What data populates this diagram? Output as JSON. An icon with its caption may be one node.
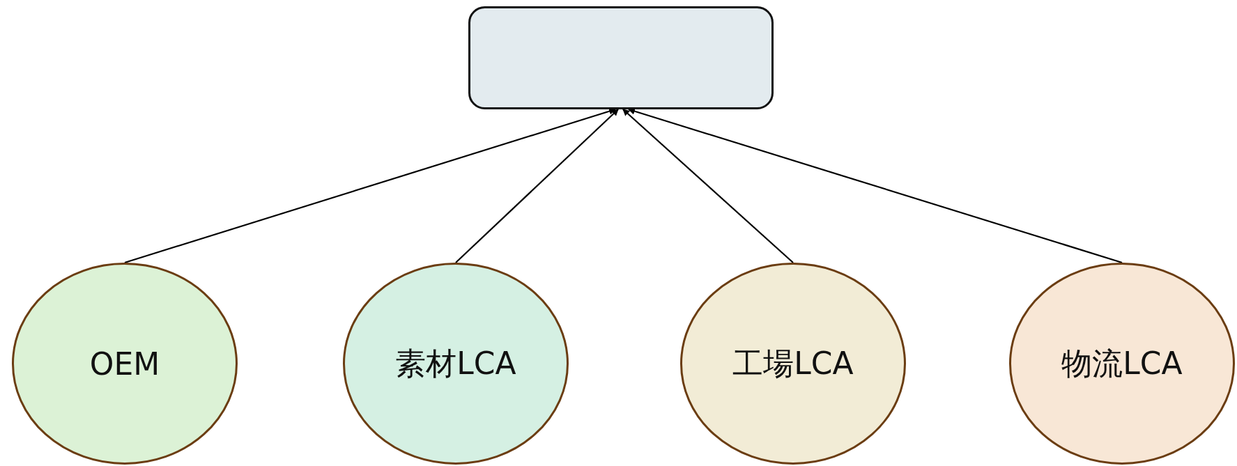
{
  "diagram": {
    "nodes": [
      {
        "text": [],
        "shape": "box"
      },
      {
        "text": [
          "OEM"
        ]
      },
      {
        "text": [
          "素材LCA"
        ]
      },
      {
        "text": [
          "工場LCA"
        ]
      },
      {
        "text": [
          "物流LCA"
        ]
      }
    ],
    "edges": [
      {
        "from": 1,
        "to": 0,
        "arrow": "to"
      },
      {
        "from": 2,
        "to": 0,
        "arrow": "to"
      },
      {
        "from": 3,
        "to": 0,
        "arrow": "to"
      },
      {
        "from": 4,
        "to": 0,
        "arrow": "to"
      }
    ]
  }
}
